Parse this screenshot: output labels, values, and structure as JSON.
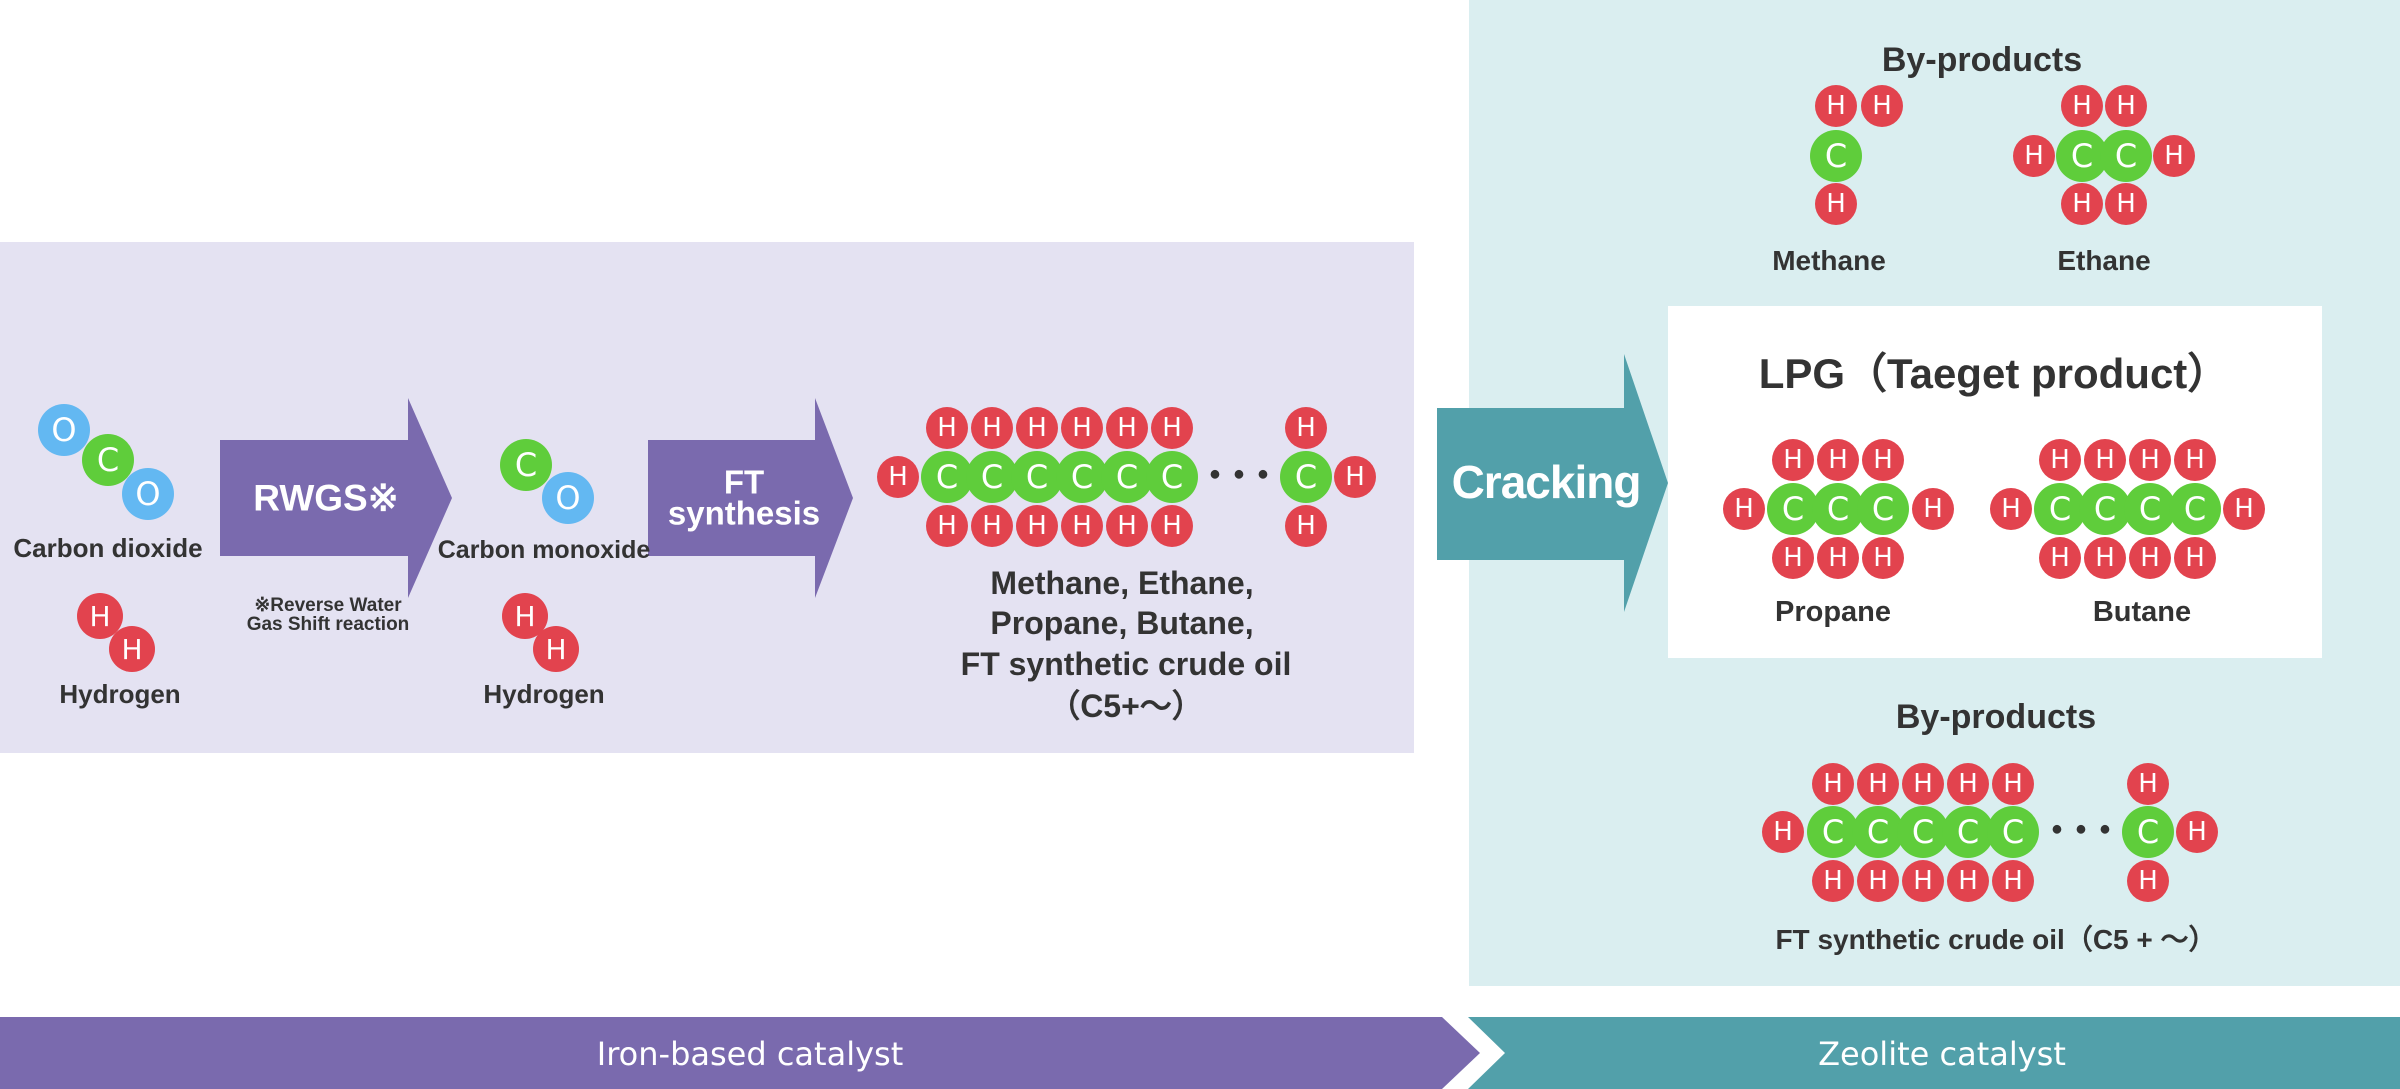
{
  "colors": {
    "iron_panel": "#e4e2f2",
    "zeolite_panel": "#daeef0",
    "purple": "#7a6aae",
    "teal": "#52a0aa",
    "hydrogen": "#e2434e",
    "carbon": "#5fcd3b",
    "oxygen": "#63b8f2"
  },
  "stage1": {
    "co2_label": "Carbon dioxide",
    "h2_label": "Hydrogen",
    "rwgs_label": "RWGS※",
    "rwgs_note_line1": "※Reverse Water",
    "rwgs_note_line2": "Gas Shift reaction"
  },
  "stage2": {
    "co_label": "Carbon monoxide",
    "h2_label": "Hydrogen",
    "ft_line1": "FT",
    "ft_line2": "synthesis"
  },
  "stage3": {
    "products_line1": "Methane, Ethane,",
    "products_line2": "Propane, Butane,",
    "products_line3": "FT synthetic crude oil",
    "products_line4": "（C5+～）",
    "ellipsis": "･･･"
  },
  "cracking": {
    "label": "Cracking"
  },
  "byproducts_top": {
    "heading": "By-products",
    "methane": "Methane",
    "ethane": "Ethane"
  },
  "target": {
    "heading": "LPG（Taeget product）",
    "propane": "Propane",
    "butane": "Butane"
  },
  "byproducts_bottom": {
    "heading": "By-products",
    "label": "FT synthetic crude oil（C5 + ～）",
    "ellipsis": "･･･"
  },
  "footer": {
    "iron": "Iron-based catalyst",
    "zeolite": "Zeolite catalyst"
  },
  "atoms": {
    "H": "H",
    "C": "C",
    "O": "O"
  }
}
